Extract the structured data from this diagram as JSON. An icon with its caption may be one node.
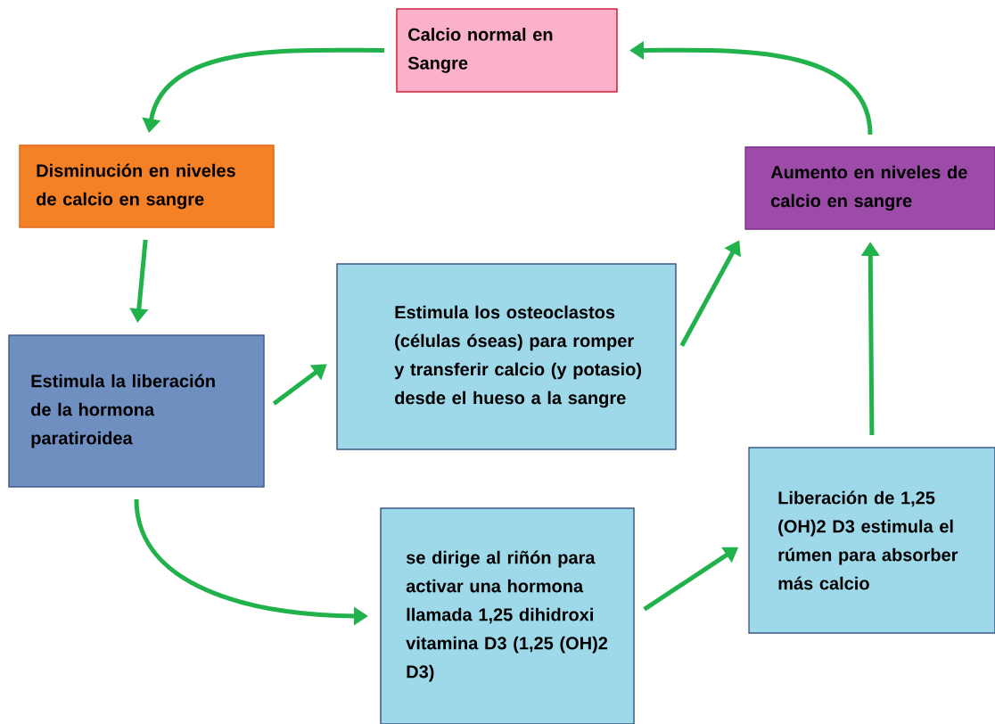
{
  "diagram": {
    "nodes": [
      {
        "text": [
          "Calcio normal en Sangre"
        ]
      },
      {
        "text": [
          "Disminución en niveles de calcio en sangre"
        ]
      },
      {
        "text": [
          "Aumento en niveles de calcio en sangre"
        ]
      },
      {
        "text": [
          "Estimula la liberación de la hormona paratiroidea"
        ]
      },
      {
        "text": [
          "Estimula los osteoclastos (células óseas) para romper y transferir calcio (y potasio) desde el hueso a la sangre"
        ]
      },
      {
        "text": [
          "se dirige al riñón para activar una hormona llamada 1,25 dihidroxi vitamina D3 (1,25 (OH)2 D3)"
        ]
      },
      {
        "text": [
          "Liberación de 1,25 (OH)2 D3 estimula el rúmen para absorber más calcio"
        ]
      }
    ],
    "edges": [
      {
        "from": 0,
        "to": 1,
        "arrow": "to"
      },
      {
        "from": 1,
        "to": 3,
        "arrow": "to"
      },
      {
        "from": 3,
        "to": 4,
        "arrow": "to"
      },
      {
        "from": 4,
        "to": 2,
        "arrow": "to"
      },
      {
        "from": 3,
        "to": 5,
        "arrow": "to"
      },
      {
        "from": 5,
        "to": 6,
        "arrow": "to"
      },
      {
        "from": 6,
        "to": 2,
        "arrow": "to"
      },
      {
        "from": 2,
        "to": 0,
        "arrow": "to"
      }
    ]
  }
}
